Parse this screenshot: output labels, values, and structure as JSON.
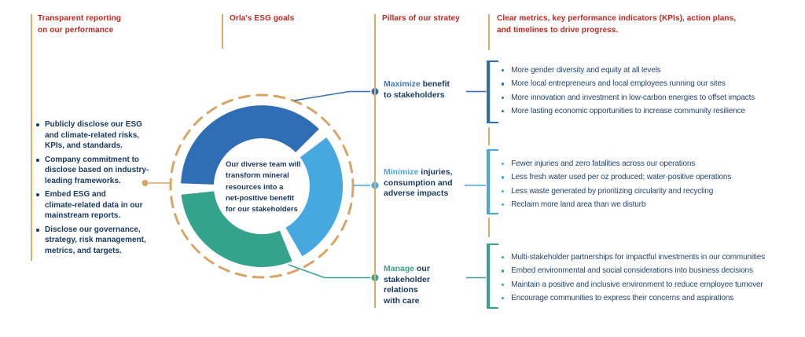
{
  "colors": {
    "red": "#c0271f",
    "tan": "#d9a565",
    "navy": "#1b3a63",
    "blue_dark": "#2f6db4",
    "blue_mid": "#3e78c0",
    "blue_light": "#47a8e0",
    "teal": "#35a28c"
  },
  "left_column": {
    "title": "Transparent reporting\non our performance",
    "bullets": [
      "Publicly disclose our ESG\nand climate-related risks,\nKPIs, and standards.",
      "Company commitment to\ndisclose based on industry-\nleading frameworks.",
      "Embed ESG and\nclimate-related data in our\nmainstream reports.",
      "Disclose our governance,\nstrategy, risk management,\nmetrics, and targets."
    ]
  },
  "center": {
    "title": "Orla's ESG goals",
    "donut_text": "Our diverse team will\ntransform mineral\nresources into a\nnet-positive benefit\nfor our stakeholders",
    "donut": {
      "type": "donut",
      "ring_color": "#d9a565",
      "segments": [
        {
          "name": "maximize",
          "label": "Maximize benefit to stakeholders",
          "color": "#2f6db4",
          "start_deg": 272,
          "end_deg": 405
        },
        {
          "name": "minimize",
          "label": "Minimize injuries, consumption and adverse impacts",
          "color": "#47a8e0",
          "start_deg": 53,
          "end_deg": 150
        },
        {
          "name": "manage",
          "label": "Manage our stakeholder relations with care",
          "color": "#35a28c",
          "start_deg": 158,
          "end_deg": 264
        }
      ]
    }
  },
  "pillars": {
    "title": "Pillars of our stratey",
    "items": [
      {
        "keyword": "Maximize",
        "rest": " benefit\nto stakeholders",
        "color": "#3e78c0"
      },
      {
        "keyword": "Minimize",
        "rest": " injuries,\nconsumption and\nadverse impacts",
        "color": "#47a8e0"
      },
      {
        "keyword": "Manage",
        "rest": " our\nstakeholder\nrelations\nwith care",
        "color": "#35a28c"
      }
    ]
  },
  "right_column": {
    "title": "Clear metrics, key performance indicators (KPIs), action plans,\nand timelines to drive progress.",
    "groups": [
      {
        "name": "maximize",
        "color": "#2f6db4",
        "bullets": [
          "More gender diversity and equity at all levels",
          "More local entrepreneurs and local employees running our sites",
          "More innovation and investment in low-carbon energies to offset impacts",
          "More lasting economic opportunities to increase community resilience"
        ]
      },
      {
        "name": "minimize",
        "color": "#47a8e0",
        "bullets": [
          "Fewer injuries and zero fatalities across our operations",
          "Less fresh water used per oz produced; water-positive operations",
          "Less waste generated by prioritizing circularity and recycling",
          "Reclaim more land area than we disturb"
        ]
      },
      {
        "name": "manage",
        "color": "#35a28c",
        "bullets": [
          "Multi-stakeholder partnerships for impactful investments in our communities",
          "Embed environmental and social considerations into business decisions",
          "Maintain a positive and inclusive environment to reduce employee turnover",
          "Encourage communities to express their concerns and aspirations"
        ]
      }
    ]
  }
}
